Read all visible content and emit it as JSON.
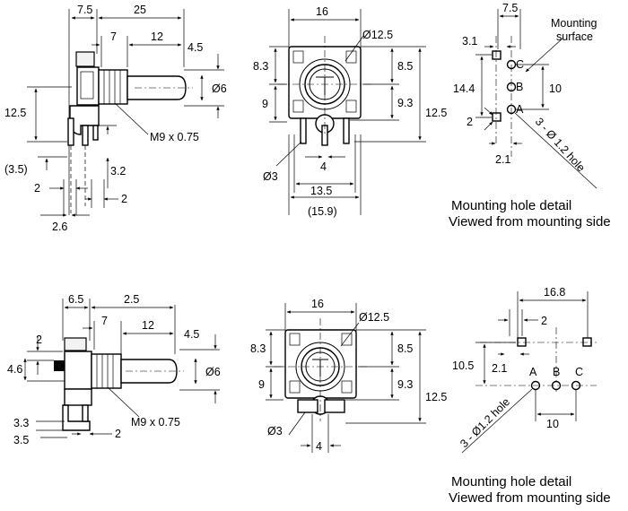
{
  "top": {
    "side": {
      "dims": [
        "7.5",
        "25",
        "7",
        "12",
        "4.5",
        "Ø6",
        "12.5",
        "M9 x 0.75",
        "(3.5)",
        "3.2",
        "2",
        "2",
        "2.6"
      ]
    },
    "front": {
      "dims": [
        "16",
        "Ø12.5",
        "8.3",
        "8.5",
        "9",
        "9.3",
        "12.5",
        "4",
        "Ø3",
        "13.5",
        "(15.9)"
      ]
    },
    "holes": {
      "dims": [
        "7.5",
        "3.1",
        "14.4",
        "10",
        "2",
        "2.1"
      ],
      "mounting_label_line1": "Mounting",
      "mounting_label_line2": "surface",
      "pin_labels": [
        "C",
        "B",
        "A"
      ],
      "hole_note": "3 - Ø 1.2 hole",
      "caption_line1": "Mounting hole detail",
      "caption_line2": "Viewed from mounting side"
    }
  },
  "bottom": {
    "side": {
      "dims": [
        "6.5",
        "2.5",
        "7",
        "12",
        "4.5",
        "Ø6",
        "2",
        "4.6",
        "M9 x 0.75",
        "3.3",
        "3.5",
        "2"
      ]
    },
    "front": {
      "dims": [
        "16",
        "Ø12.5",
        "8.3",
        "8.5",
        "9",
        "9.3",
        "12.5",
        "Ø3",
        "4"
      ]
    },
    "holes": {
      "dims": [
        "16.8",
        "2",
        "10.5",
        "2.1",
        "10"
      ],
      "pin_labels": [
        "A",
        "B",
        "C"
      ],
      "hole_note": "3 - Ø1.2 hole",
      "caption_line1": "Mounting hole detail",
      "caption_line2": "Viewed from mounting side"
    }
  }
}
